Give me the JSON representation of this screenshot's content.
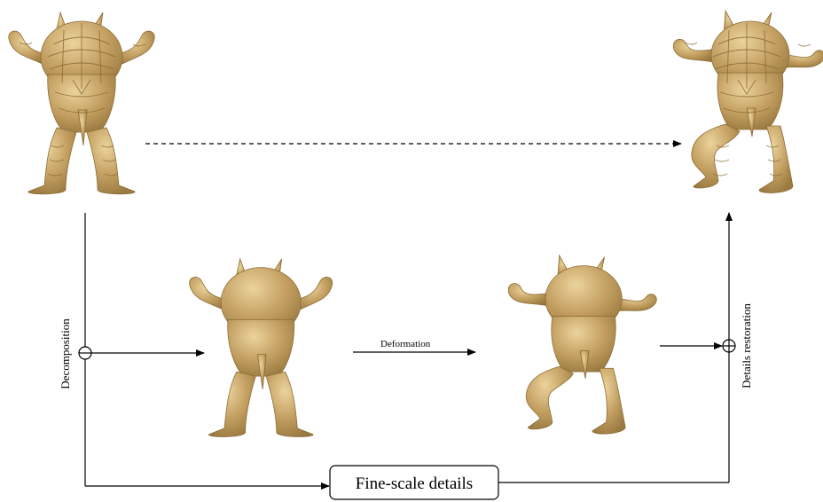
{
  "labels": {
    "decomposition": "Decomposition",
    "deformation": "Deformation",
    "details_restoration": "Details restoration",
    "fine_scale_details": "Fine-scale details"
  },
  "figures": [
    {
      "name": "original-detailed-mesh",
      "detailed": true,
      "posed": false
    },
    {
      "name": "smooth-base-mesh",
      "detailed": false,
      "posed": false
    },
    {
      "name": "deformed-smooth-mesh",
      "detailed": false,
      "posed": true
    },
    {
      "name": "deformed-detailed-mesh",
      "detailed": true,
      "posed": true
    }
  ],
  "colors": {
    "mesh_fill": "#c4a062",
    "mesh_shade": "#a88447",
    "mesh_highlight": "#e3c98f",
    "line": "#000000"
  }
}
